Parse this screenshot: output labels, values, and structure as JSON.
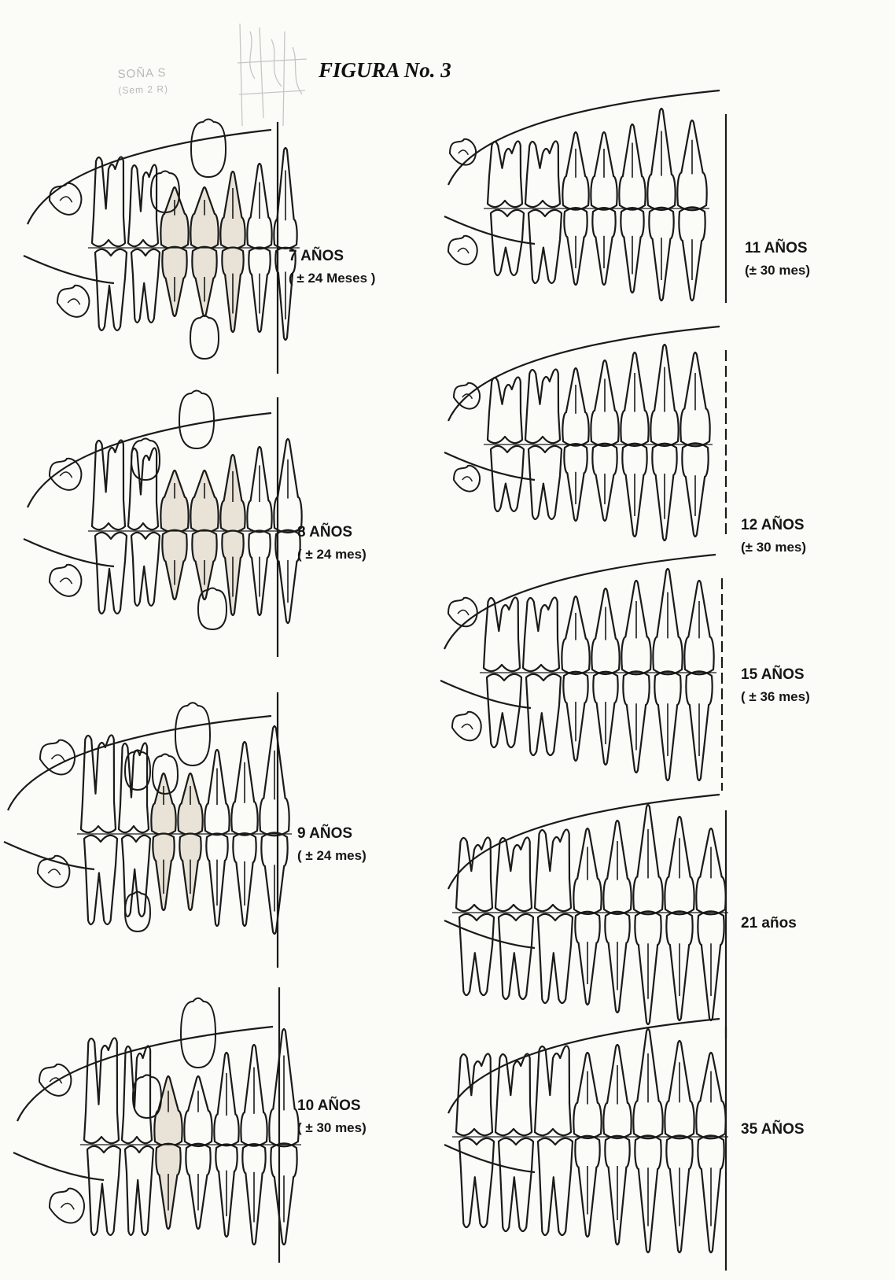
{
  "figure": {
    "title": "FIGURA No. 3",
    "stamp": [
      "SOÑA S",
      "(Sem 2 R)"
    ]
  },
  "panels": [
    {
      "id": "7",
      "age": "7 AÑOS",
      "range": "( ± 24 Meses )"
    },
    {
      "id": "8",
      "age": "8 AÑOS",
      "range": "( ± 24 mes)"
    },
    {
      "id": "9",
      "age": "9 AÑOS",
      "range": "( ± 24 mes)"
    },
    {
      "id": "10",
      "age": "10 AÑOS",
      "range": "( ± 30 mes)"
    },
    {
      "id": "11",
      "age": "11 AÑOS",
      "range": "(± 30 mes)"
    },
    {
      "id": "12",
      "age": "12 AÑOS",
      "range": "(± 30 mes)"
    },
    {
      "id": "15",
      "age": "15 AÑOS",
      "range": "( ± 36 mes)"
    },
    {
      "id": "21",
      "age": "21 años",
      "range": ""
    },
    {
      "id": "35",
      "age": "35 AÑOS",
      "range": ""
    }
  ],
  "colors": {
    "ink": "#1a1a1a",
    "stipple": "#e8e3d6",
    "paper": "#fbfbf8",
    "stamp": "#b9b9b9"
  }
}
